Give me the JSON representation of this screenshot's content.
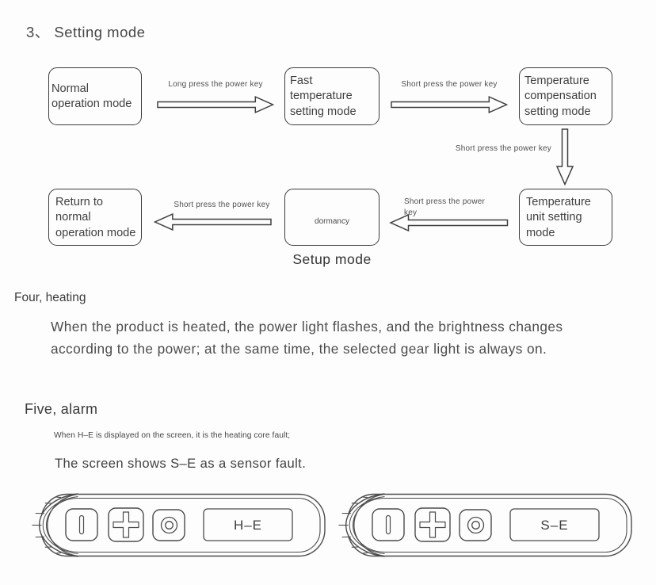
{
  "page": {
    "heading": "3、 Setting mode"
  },
  "flowchart": {
    "boxes": {
      "normal": "Normal\noperation mode",
      "fast": "Fast\ntemperature\nsetting mode",
      "compensation": "Temperature\ncompensation\nsetting mode",
      "return": "Return to\nnormal\noperation mode",
      "dormancy_note": "dormancy",
      "setup": "Setup mode",
      "unit": "Temperature\nunit setting\nmode"
    },
    "arrow_labels": {
      "long_press": "Long press the power key",
      "short_press_1": "Short press the power key",
      "short_press_down": "Short press the power key",
      "short_press_2": "Short press the power key",
      "short_press_3": "Short press the power key"
    }
  },
  "heating": {
    "title": "Four, heating",
    "body": "When the product is heated, the power light flashes, and the brightness changes\naccording to the power; at the same time, the selected gear light is always on."
  },
  "alarm": {
    "title": "Five, alarm",
    "note": "When H–E is displayed on the screen, it is the heating core fault;",
    "body": "The screen shows S–E as a sensor fault."
  },
  "devices": [
    {
      "display": "H–E",
      "keys": [
        "bar-key",
        "plus-key",
        "ring-key"
      ]
    },
    {
      "display": "S–E",
      "keys": [
        "bar-key",
        "plus-key",
        "ring-key"
      ]
    }
  ],
  "colors": {
    "ink": "#3f3f3f",
    "line": "#4c4c4c",
    "background": "#fdfdfd"
  }
}
